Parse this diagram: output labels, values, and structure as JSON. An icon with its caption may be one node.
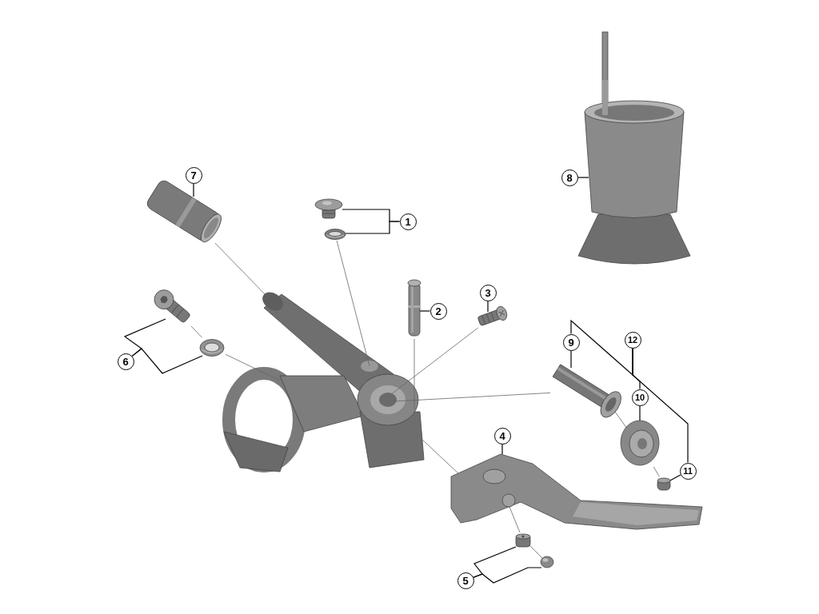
{
  "diagram": {
    "nodes": [
      {
        "text": [
          "8"
        ]
      },
      {
        "text": [],
        "shape": "picture"
      },
      {
        "text": [
          "7"
        ]
      },
      {
        "text": [],
        "shape": "picture"
      },
      {
        "text": [
          "1"
        ]
      },
      {
        "text": [],
        "shape": "picture"
      },
      {
        "text": [],
        "shape": "picture"
      },
      {
        "text": [
          "3"
        ]
      },
      {
        "text": [],
        "shape": "picture"
      },
      {
        "text": [
          "2"
        ]
      },
      {
        "text": [],
        "shape": "picture"
      },
      {
        "text": [
          "9"
        ]
      },
      {
        "text": [],
        "shape": "picture"
      },
      {
        "text": [
          "12"
        ]
      },
      {
        "text": [
          "10"
        ]
      },
      {
        "text": [],
        "shape": "picture"
      },
      {
        "text": [
          "6"
        ]
      },
      {
        "text": [],
        "shape": "picture"
      },
      {
        "text": [],
        "shape": "picture"
      },
      {
        "text": [
          "4"
        ]
      },
      {
        "text": [],
        "shape": "picture"
      },
      {
        "text": [
          "11"
        ]
      },
      {
        "text": [],
        "shape": "picture"
      },
      {
        "text": [
          "5"
        ]
      },
      {
        "text": [],
        "shape": "picture"
      },
      {
        "text": [],
        "shape": "picture"
      },
      {
        "text": [],
        "shape": "picture"
      }
    ],
    "edges": [
      {
        "from": 0,
        "to": 1,
        "arrow": "none"
      },
      {
        "from": 2,
        "to": 3,
        "arrow": "none"
      },
      {
        "from": 4,
        "to": 5,
        "arrow": "none"
      },
      {
        "from": 4,
        "to": 6,
        "arrow": "none"
      },
      {
        "from": 7,
        "to": 8,
        "arrow": "none"
      },
      {
        "from": 9,
        "to": 10,
        "arrow": "none"
      },
      {
        "from": 11,
        "to": 12,
        "arrow": "none"
      },
      {
        "from": 13,
        "to": 11,
        "arrow": "none"
      },
      {
        "from": 13,
        "to": 14,
        "arrow": "none"
      },
      {
        "from": 13,
        "to": 21,
        "arrow": "none"
      },
      {
        "from": 14,
        "to": 15,
        "arrow": "none"
      },
      {
        "from": 16,
        "to": 17,
        "arrow": "none"
      },
      {
        "from": 16,
        "to": 18,
        "arrow": "none"
      },
      {
        "from": 19,
        "to": 20,
        "arrow": "none"
      },
      {
        "from": 21,
        "to": 22,
        "arrow": "none"
      },
      {
        "from": 23,
        "to": 24,
        "arrow": "none"
      },
      {
        "from": 23,
        "to": 25,
        "arrow": "none"
      },
      {
        "from": 3,
        "to": 26,
        "arrow": "none",
        "color": "#666666"
      },
      {
        "from": 6,
        "to": 26,
        "arrow": "none",
        "color": "#666666"
      },
      {
        "from": 17,
        "to": 18,
        "arrow": "none",
        "color": "#666666"
      },
      {
        "from": 18,
        "to": 26,
        "arrow": "none",
        "color": "#666666"
      },
      {
        "from": 10,
        "to": 26,
        "arrow": "none",
        "color": "#666666"
      },
      {
        "from": 8,
        "to": 26,
        "arrow": "none",
        "color": "#666666"
      },
      {
        "from": 12,
        "to": 26,
        "arrow": "none",
        "color": "#666666"
      },
      {
        "from": 12,
        "to": 15,
        "arrow": "none",
        "color": "#666666"
      },
      {
        "from": 15,
        "to": 22,
        "arrow": "none",
        "color": "#666666"
      },
      {
        "from": 20,
        "to": 26,
        "arrow": "none",
        "color": "#666666"
      },
      {
        "from": 24,
        "to": 25,
        "arrow": "none",
        "color": "#666666"
      },
      {
        "from": 20,
        "to": 24,
        "arrow": "none",
        "color": "#666666"
      }
    ]
  }
}
